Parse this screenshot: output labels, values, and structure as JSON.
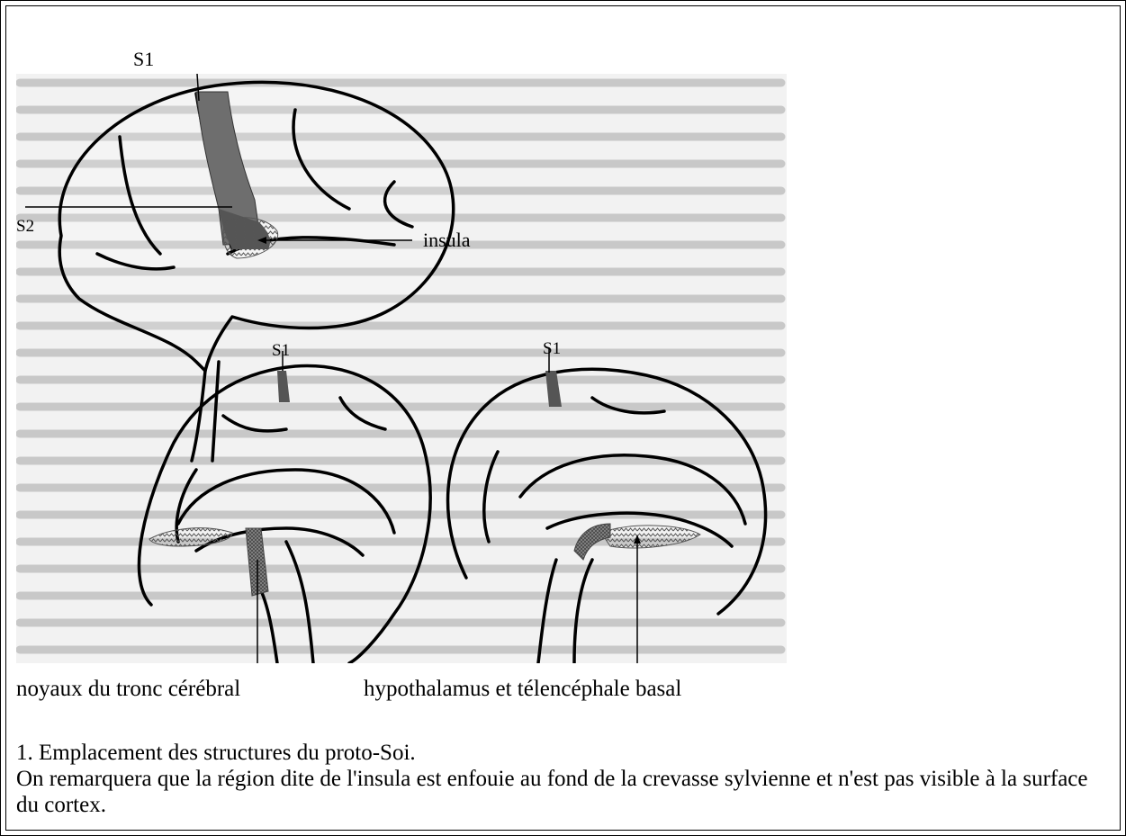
{
  "diagram": {
    "labels": {
      "s1_top": "S1",
      "s2": "S2",
      "insula": "insula",
      "s1_left": "S1",
      "s1_right": "S1"
    },
    "bottom_labels": {
      "left": "noyaux du tronc cérébral",
      "right": "hypothalamus et télencéphale basal"
    }
  },
  "caption": {
    "line1": "1. Emplacement des structures du proto-Soi.",
    "line2": "On remarquera que la région dite de l'insula est enfouie au fond de la crevasse sylvienne et n'est pas visible à la surface du cortex."
  }
}
